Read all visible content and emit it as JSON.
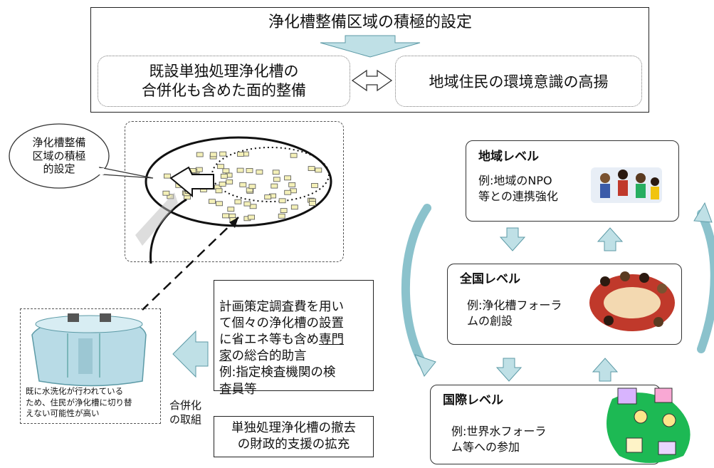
{
  "top": {
    "title": "浄化槽整備区域の積極的設定",
    "left_box": "既設単独処理浄化槽の\n合併化も含めた面的整備",
    "right_box": "地域住民の環境意識の高揚"
  },
  "callout": "浄化槽整備\n区域の積極\n的設定",
  "tank_note": "既に水洗化が行われている\nため、住民が浄化槽に切り替\nえない可能性が高い",
  "merge_label": "合併化\nの取組",
  "advice_box": {
    "text1": "計画策定調査費を用い\nて個々の浄化槽の設置\nに省エネ等も含め",
    "text_underlined": "専門\n家",
    "text2": "の総合的助言\n例:指定検査機関の検\n査員等"
  },
  "removal_box": "単独処理浄化槽の撤去\nの財政的支援の拡充",
  "levels": [
    {
      "title": "地域レベル",
      "example": "例:地域のNPO\n等との連携強化",
      "image": "people-meeting-icon"
    },
    {
      "title": "全国レベル",
      "example": "例:浄化槽フォーラ\nムの創設",
      "image": "round-table-forum-icon"
    },
    {
      "title": "国際レベル",
      "example": "例:世界水フォーラ\nム等への参加",
      "image": "world-forum-icon"
    }
  ],
  "colors": {
    "arrow_fill": "#bfe0e6",
    "arrow_stroke": "#5c9aa6",
    "tank": "#b8dbe6"
  }
}
